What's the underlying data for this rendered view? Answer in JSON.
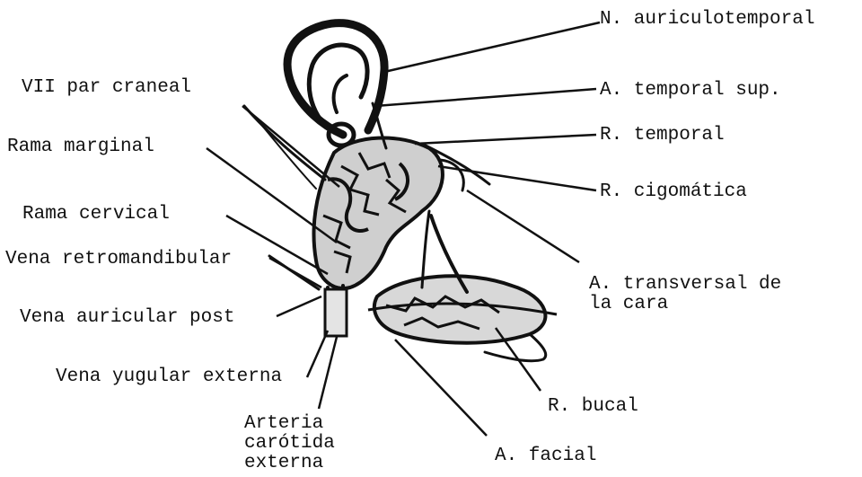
{
  "labels": {
    "n_auriculotemporal": "N. auriculotemporal",
    "a_temporal_sup": "A. temporal sup.",
    "r_temporal": "R. temporal",
    "r_cigomatica": "R. cigomática",
    "a_transversal": "A. transversal de\nla cara",
    "r_bucal": "R. bucal",
    "a_facial": "A. facial",
    "arteria_carotida": "Arteria\ncarótida\nexterna",
    "vena_yugular": "Vena yugular externa",
    "vena_auricular": "Vena auricular post",
    "vena_retromandibular": "Vena retromandibular",
    "rama_cervical": "Rama cervical",
    "rama_marginal": "Rama marginal",
    "vii_par": "VII par craneal"
  }
}
